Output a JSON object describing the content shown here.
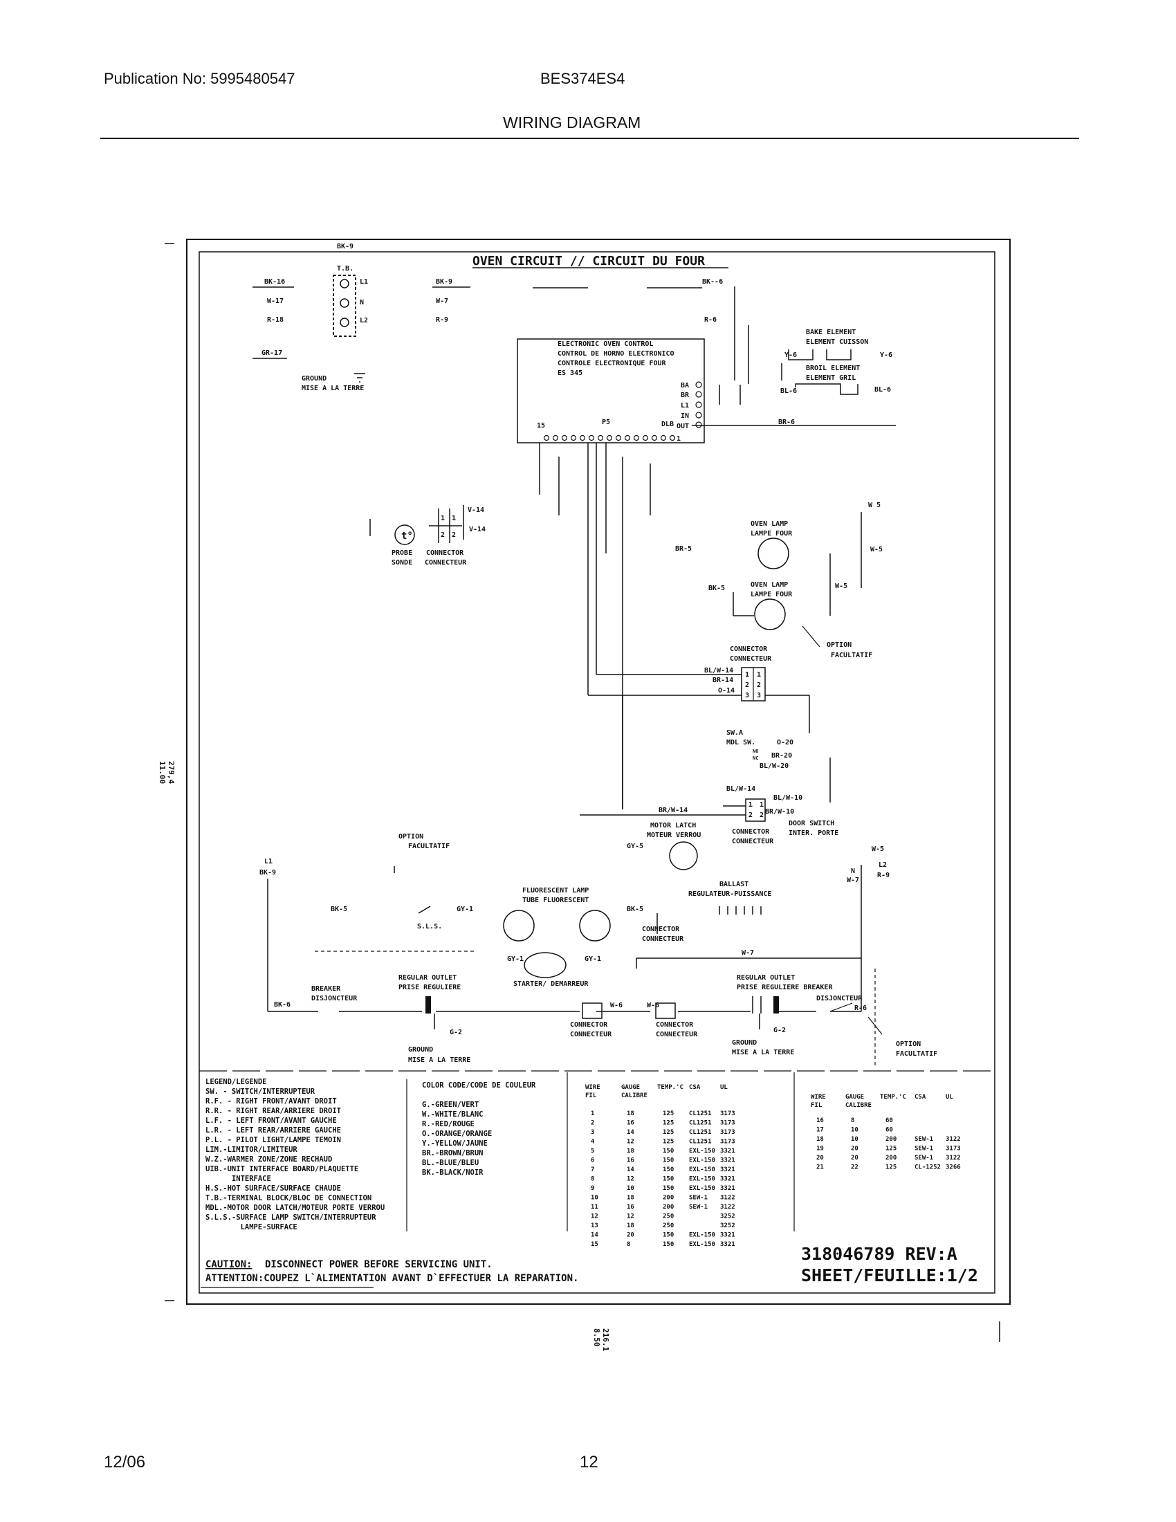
{
  "header": {
    "publication": "Publication No: 5995480547",
    "model": "BES374ES4",
    "title": "WIRING DIAGRAM"
  },
  "footer": {
    "date": "12/06",
    "page": "12"
  },
  "diagram": {
    "circuit_title": "OVEN CIRCUIT // CIRCUIT DU FOUR",
    "labels": [
      {
        "id": "bk9-top",
        "text": "BK-9"
      },
      {
        "id": "tb",
        "text": "T.B."
      },
      {
        "id": "bk16",
        "text": "BK-16"
      },
      {
        "id": "l1-tb",
        "text": "L1"
      },
      {
        "id": "w17",
        "text": "W-17"
      },
      {
        "id": "n-tb",
        "text": "N"
      },
      {
        "id": "r18",
        "text": "R-18"
      },
      {
        "id": "l2-tb",
        "text": "L2"
      },
      {
        "id": "bk9-b",
        "text": "BK-9"
      },
      {
        "id": "w7-a",
        "text": "W-7"
      },
      {
        "id": "r9-a",
        "text": "R-9"
      },
      {
        "id": "bk6-top",
        "text": "BK--6"
      },
      {
        "id": "r6-top",
        "text": "R-6"
      },
      {
        "id": "gr17",
        "text": "GR-17"
      },
      {
        "id": "ground1",
        "text": "GROUND"
      },
      {
        "id": "ground1-fr",
        "text": "MISE A LA TERRE"
      },
      {
        "id": "eoc1",
        "text": "ELECTRONIC OVEN CONTROL"
      },
      {
        "id": "eoc2",
        "text": "CONTROL DE HORNO ELECTRONICO"
      },
      {
        "id": "eoc3",
        "text": "CONTROLE ELECTRONIQUE FOUR"
      },
      {
        "id": "eoc4",
        "text": "ES 345"
      },
      {
        "id": "bake1",
        "text": "BAKE ELEMENT"
      },
      {
        "id": "bake2",
        "text": "ELEMENT CUISSON"
      },
      {
        "id": "y6a",
        "text": "Y-6"
      },
      {
        "id": "y6b",
        "text": "Y-6"
      },
      {
        "id": "broil1",
        "text": "BROIL ELEMENT"
      },
      {
        "id": "broil2",
        "text": "ELEMENT GRIL"
      },
      {
        "id": "bl6a",
        "text": "BL-6"
      },
      {
        "id": "bl6b",
        "text": "BL-6"
      },
      {
        "id": "ba",
        "text": "BA"
      },
      {
        "id": "br",
        "text": "BR"
      },
      {
        "id": "l1c",
        "text": "L1"
      },
      {
        "id": "in",
        "text": "IN"
      },
      {
        "id": "out",
        "text": "OUT"
      },
      {
        "id": "br6",
        "text": "BR-6"
      },
      {
        "id": "p15",
        "text": "15"
      },
      {
        "id": "p5",
        "text": "P5"
      },
      {
        "id": "dlb",
        "text": "DLB"
      },
      {
        "id": "p1",
        "text": "1"
      },
      {
        "id": "v14a",
        "text": "V-14"
      },
      {
        "id": "v14b",
        "text": "V-14"
      },
      {
        "id": "c1a",
        "text": "1"
      },
      {
        "id": "c1b",
        "text": "1"
      },
      {
        "id": "c2a",
        "text": "2"
      },
      {
        "id": "c2b",
        "text": "2"
      },
      {
        "id": "probe",
        "text": "PROBE"
      },
      {
        "id": "sonde",
        "text": "SONDE"
      },
      {
        "id": "connector1",
        "text": "CONNECTOR"
      },
      {
        "id": "connecteur1",
        "text": "CONNECTEUR"
      },
      {
        "id": "w5a",
        "text": "W 5"
      },
      {
        "id": "lamp1a",
        "text": "OVEN LAMP"
      },
      {
        "id": "lamp1b",
        "text": "LAMPE FOUR"
      },
      {
        "id": "br5",
        "text": "BR-5"
      },
      {
        "id": "w5b",
        "text": "W-5"
      },
      {
        "id": "bk5a",
        "text": "BK-5"
      },
      {
        "id": "lamp2a",
        "text": "OVEN LAMP"
      },
      {
        "id": "lamp2b",
        "text": "LAMPE FOUR"
      },
      {
        "id": "w5c",
        "text": "W-5"
      },
      {
        "id": "opt1a",
        "text": "OPTION"
      },
      {
        "id": "opt1b",
        "text": "FACULTATIF"
      },
      {
        "id": "conn2a",
        "text": "CONNECTOR"
      },
      {
        "id": "conn2b",
        "text": "CONNECTEUR"
      },
      {
        "id": "blw14a",
        "text": "BL/W-14"
      },
      {
        "id": "br14",
        "text": "BR-14"
      },
      {
        "id": "o14",
        "text": "O-14"
      },
      {
        "id": "k1a",
        "text": "1"
      },
      {
        "id": "k1b",
        "text": "1"
      },
      {
        "id": "k2a",
        "text": "2"
      },
      {
        "id": "k2b",
        "text": "2"
      },
      {
        "id": "k3a",
        "text": "3"
      },
      {
        "id": "k3b",
        "text": "3"
      },
      {
        "id": "swa",
        "text": "SW.A"
      },
      {
        "id": "mdlsw",
        "text": "MDL SW."
      },
      {
        "id": "o20",
        "text": "O-20"
      },
      {
        "id": "no",
        "text": "NO"
      },
      {
        "id": "nc",
        "text": "NC"
      },
      {
        "id": "br20",
        "text": "BR-20"
      },
      {
        "id": "blw20",
        "text": "BL/W-20"
      },
      {
        "id": "blw14b",
        "text": "BL/W-14"
      },
      {
        "id": "d1a",
        "text": "1"
      },
      {
        "id": "d1b",
        "text": "1"
      },
      {
        "id": "d2a",
        "text": "2"
      },
      {
        "id": "d2b",
        "text": "2"
      },
      {
        "id": "blw10",
        "text": "BL/W-10"
      },
      {
        "id": "brw10",
        "text": "BR/W-10"
      },
      {
        "id": "brw14",
        "text": "BR/W-14"
      },
      {
        "id": "latch1",
        "text": "MOTOR LATCH"
      },
      {
        "id": "latch2",
        "text": "MOTEUR VERROU"
      },
      {
        "id": "conn3a",
        "text": "CONNECTOR"
      },
      {
        "id": "conn3b",
        "text": "CONNECTEUR"
      },
      {
        "id": "door1",
        "text": "DOOR SWITCH"
      },
      {
        "id": "door2",
        "text": "INTER. PORTE"
      },
      {
        "id": "gy5",
        "text": "GY-5"
      },
      {
        "id": "opt2a",
        "text": "OPTION"
      },
      {
        "id": "opt2b",
        "text": "FACULTATIF"
      },
      {
        "id": "w5d",
        "text": "W-5"
      },
      {
        "id": "l1b",
        "text": "L1"
      },
      {
        "id": "bk9c",
        "text": "BK-9"
      },
      {
        "id": "nb",
        "text": "N"
      },
      {
        "id": "w7b",
        "text": "W-7"
      },
      {
        "id": "l2b",
        "text": "L2"
      },
      {
        "id": "r9b",
        "text": "R-9"
      },
      {
        "id": "fl1",
        "text": "FLUORESCENT LAMP"
      },
      {
        "id": "fl2",
        "text": "TUBE FLUORESCENT"
      },
      {
        "id": "ballast1",
        "text": "BALLAST"
      },
      {
        "id": "ballast2",
        "text": "REGULATEUR-PUISSANCE"
      },
      {
        "id": "bk5b",
        "text": "BK-5"
      },
      {
        "id": "gy1a",
        "text": "GY-1"
      },
      {
        "id": "sls",
        "text": "S.L.S."
      },
      {
        "id": "bk5c",
        "text": "BK-5"
      },
      {
        "id": "conn4a",
        "text": "CONNECTOR"
      },
      {
        "id": "conn4b",
        "text": "CONNECTEUR"
      },
      {
        "id": "w7c",
        "text": "W-7"
      },
      {
        "id": "gy1b",
        "text": "GY-1"
      },
      {
        "id": "gy1c",
        "text": "GY-1"
      },
      {
        "id": "starter",
        "text": "STARTER/ DEMARREUR"
      },
      {
        "id": "brk1a",
        "text": "BREAKER"
      },
      {
        "id": "brk1b",
        "text": "DISJONCTEUR"
      },
      {
        "id": "out1a",
        "text": "REGULAR OUTLET"
      },
      {
        "id": "out1b",
        "text": "PRISE REGULIERE"
      },
      {
        "id": "bk6b",
        "text": "BK-6"
      },
      {
        "id": "w6a",
        "text": "W-6"
      },
      {
        "id": "w6b",
        "text": "W-6"
      },
      {
        "id": "out2a",
        "text": "REGULAR OUTLET"
      },
      {
        "id": "out2b",
        "text": "PRISE REGULIERE BREAKER"
      },
      {
        "id": "brk2b",
        "text": "DISJONCTEUR"
      },
      {
        "id": "r6b",
        "text": "R-6"
      },
      {
        "id": "g2a",
        "text": "G-2"
      },
      {
        "id": "g2b",
        "text": "G-2"
      },
      {
        "id": "conn5a",
        "text": "CONNECTOR"
      },
      {
        "id": "conn5b",
        "text": "CONNECTEUR"
      },
      {
        "id": "conn6a",
        "text": "CONNECTOR"
      },
      {
        "id": "conn6b",
        "text": "CONNECTEUR"
      },
      {
        "id": "gnd2a",
        "text": "GROUND"
      },
      {
        "id": "gnd2b",
        "text": "MISE A LA TERRE"
      },
      {
        "id": "gnd3a",
        "text": "GROUND"
      },
      {
        "id": "gnd3b",
        "text": "MISE A LA TERRE"
      },
      {
        "id": "opt3a",
        "text": "OPTION"
      },
      {
        "id": "opt3b",
        "text": "FACULTATIF"
      }
    ],
    "legend": [
      "LEGEND/LEGENDE",
      "SW.  - SWITCH/INTERRUPTEUR",
      "R.F. - RIGHT FRONT/AVANT DROIT",
      "R.R. - RIGHT REAR/ARRIERE DROIT",
      "L.F. - LEFT FRONT/AVANT GAUCHE",
      "L.R. - LEFT REAR/ARRIERE GAUCHE",
      "P.L. - PILOT LIGHT/LAMPE TEMOIN",
      "LIM.-LIMITOR/LIMITEUR",
      "W.Z.-WARMER ZONE/ZONE RECHAUD",
      "UIB.-UNIT INTERFACE BOARD/PLAQUETTE",
      "      INTERFACE",
      "H.S.-HOT SURFACE/SURFACE CHAUDE",
      "T.B.-TERMINAL BLOCK/BLOC DE CONNECTION",
      "MDL.-MOTOR DOOR LATCH/MOTEUR PORTE VERROU",
      "S.L.S.-SURFACE LAMP SWITCH/INTERRUPTEUR",
      "        LAMPE-SURFACE"
    ],
    "color_code": [
      "COLOR CODE/CODE DE COULEUR",
      "G.-GREEN/VERT",
      "W.-WHITE/BLANC",
      "R.-RED/ROUGE",
      "O.-ORANGE/ORANGE",
      "Y.-YELLOW/JAUNE",
      "BR.-BROWN/BRUN",
      "BL.-BLUE/BLEU",
      "BK.-BLACK/NOIR"
    ],
    "wire_table_headers": [
      "WIRE",
      "GAUGE",
      "TEMP.'C",
      "CSA",
      "UL"
    ],
    "wire_table_subheaders": [
      "FIL",
      "CALIBRE"
    ],
    "wire_table_1": [
      [
        "1",
        "18",
        "125",
        "CL1251",
        "3173"
      ],
      [
        "2",
        "16",
        "125",
        "CL1251",
        "3173"
      ],
      [
        "3",
        "14",
        "125",
        "CL1251",
        "3173"
      ],
      [
        "4",
        "12",
        "125",
        "CL1251",
        "3173"
      ],
      [
        "5",
        "18",
        "150",
        "EXL-150",
        "3321"
      ],
      [
        "6",
        "16",
        "150",
        "EXL-150",
        "3321"
      ],
      [
        "7",
        "14",
        "150",
        "EXL-150",
        "3321"
      ],
      [
        "8",
        "12",
        "150",
        "EXL-150",
        "3321"
      ],
      [
        "9",
        "10",
        "150",
        "EXL-150",
        "3321"
      ],
      [
        "10",
        "18",
        "200",
        "SEW-1",
        "3122"
      ],
      [
        "11",
        "16",
        "200",
        "SEW-1",
        "3122"
      ],
      [
        "12",
        "12",
        "250",
        "",
        "3252"
      ],
      [
        "13",
        "18",
        "250",
        "",
        "3252"
      ],
      [
        "14",
        "20",
        "150",
        "EXL-150",
        "3321"
      ],
      [
        "15",
        "8",
        "150",
        "EXL-150",
        "3321"
      ]
    ],
    "wire_table_2": [
      [
        "16",
        "8",
        "60",
        "",
        ""
      ],
      [
        "17",
        "10",
        "60",
        "",
        ""
      ],
      [
        "18",
        "10",
        "200",
        "SEW-1",
        "3122"
      ],
      [
        "19",
        "20",
        "125",
        "SEW-1",
        "3173"
      ],
      [
        "20",
        "20",
        "200",
        "SEW-1",
        "3122"
      ],
      [
        "21",
        "22",
        "125",
        "CL-1252",
        "3266"
      ]
    ],
    "caution_label": "CAUTION:",
    "caution_text": "DISCONNECT POWER BEFORE SERVICING UNIT.",
    "attention_text": "ATTENTION:COUPEZ L`ALIMENTATION AVANT D`EFFECTUER LA REPARATION.",
    "part_number": "318046789 REV:A",
    "sheet": "SHEET/FEUILLE:1/2",
    "dim1": "279,4",
    "dim1b": "11.00",
    "dim2": "216.1",
    "dim2b": "8.50"
  }
}
